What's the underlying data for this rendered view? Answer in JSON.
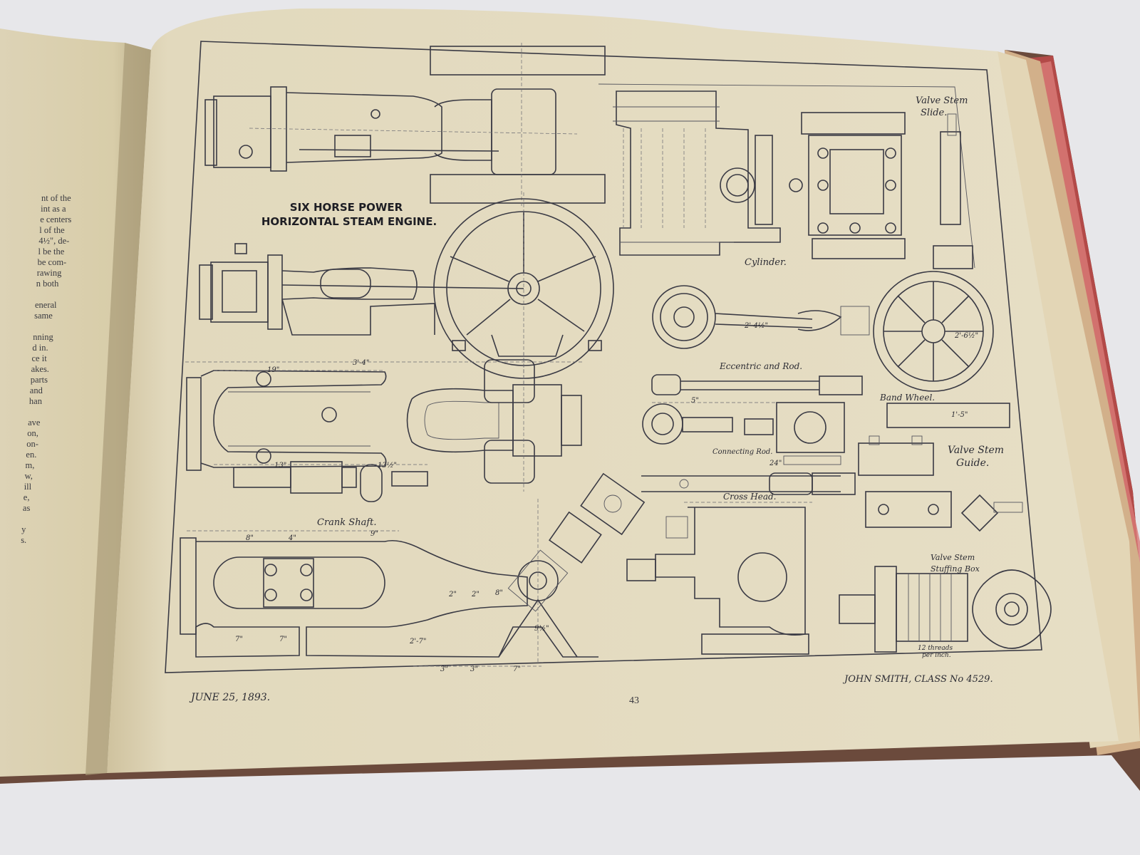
{
  "left_page": {
    "lines": [
      "nt of the",
      "int as a",
      "e centers",
      "l of the",
      "4½\", de-",
      "l be the",
      "be com-",
      "rawing",
      "n both",
      "",
      "eneral",
      "same",
      "",
      "nning",
      "d in.",
      "ce it",
      "akes.",
      "parts",
      "and",
      "han",
      "",
      "ave",
      "on,",
      "on-",
      "en.",
      "m,",
      "w,",
      "ill",
      "e,",
      "as",
      "",
      "y",
      "s."
    ]
  },
  "drawing": {
    "title_line1": "SIX HORSE POWER",
    "title_line2": "HORIZONTAL STEAM ENGINE.",
    "labels": {
      "valve_stem_slide": [
        "Valve Stem",
        "Slide."
      ],
      "cylinder": "Cylinder.",
      "eccentric_and_rod": "Eccentric and Rod.",
      "band_wheel": "Band Wheel.",
      "connecting_rod": "Connecting Rod.",
      "valve_stem_guide": [
        "Valve Stem",
        "Guide."
      ],
      "cross_head": "Cross Head.",
      "crank_shaft": "Crank Shaft.",
      "valve_stem_stuffing_box": [
        "Valve Stem",
        "Stuffing Box"
      ],
      "threads_note": [
        "12 threads",
        "per inch."
      ]
    },
    "dimensions": [
      "3'-4\"",
      "19\"",
      "13\"",
      "13½\"",
      "8\"",
      "4\"",
      "9\"",
      "7\"",
      "7\"",
      "2'-7\"",
      "3\"",
      "3\"",
      "7\"",
      "8\"",
      "9½\"",
      "2\"",
      "2\"",
      "24\"",
      "5\"",
      "2'-6½\"",
      "1'-5\"",
      "2'-4½\""
    ]
  },
  "footer": {
    "date": "JUNE 25, 1893.",
    "page_number": "43",
    "signature": "JOHN SMITH, CLASS No 4529."
  }
}
